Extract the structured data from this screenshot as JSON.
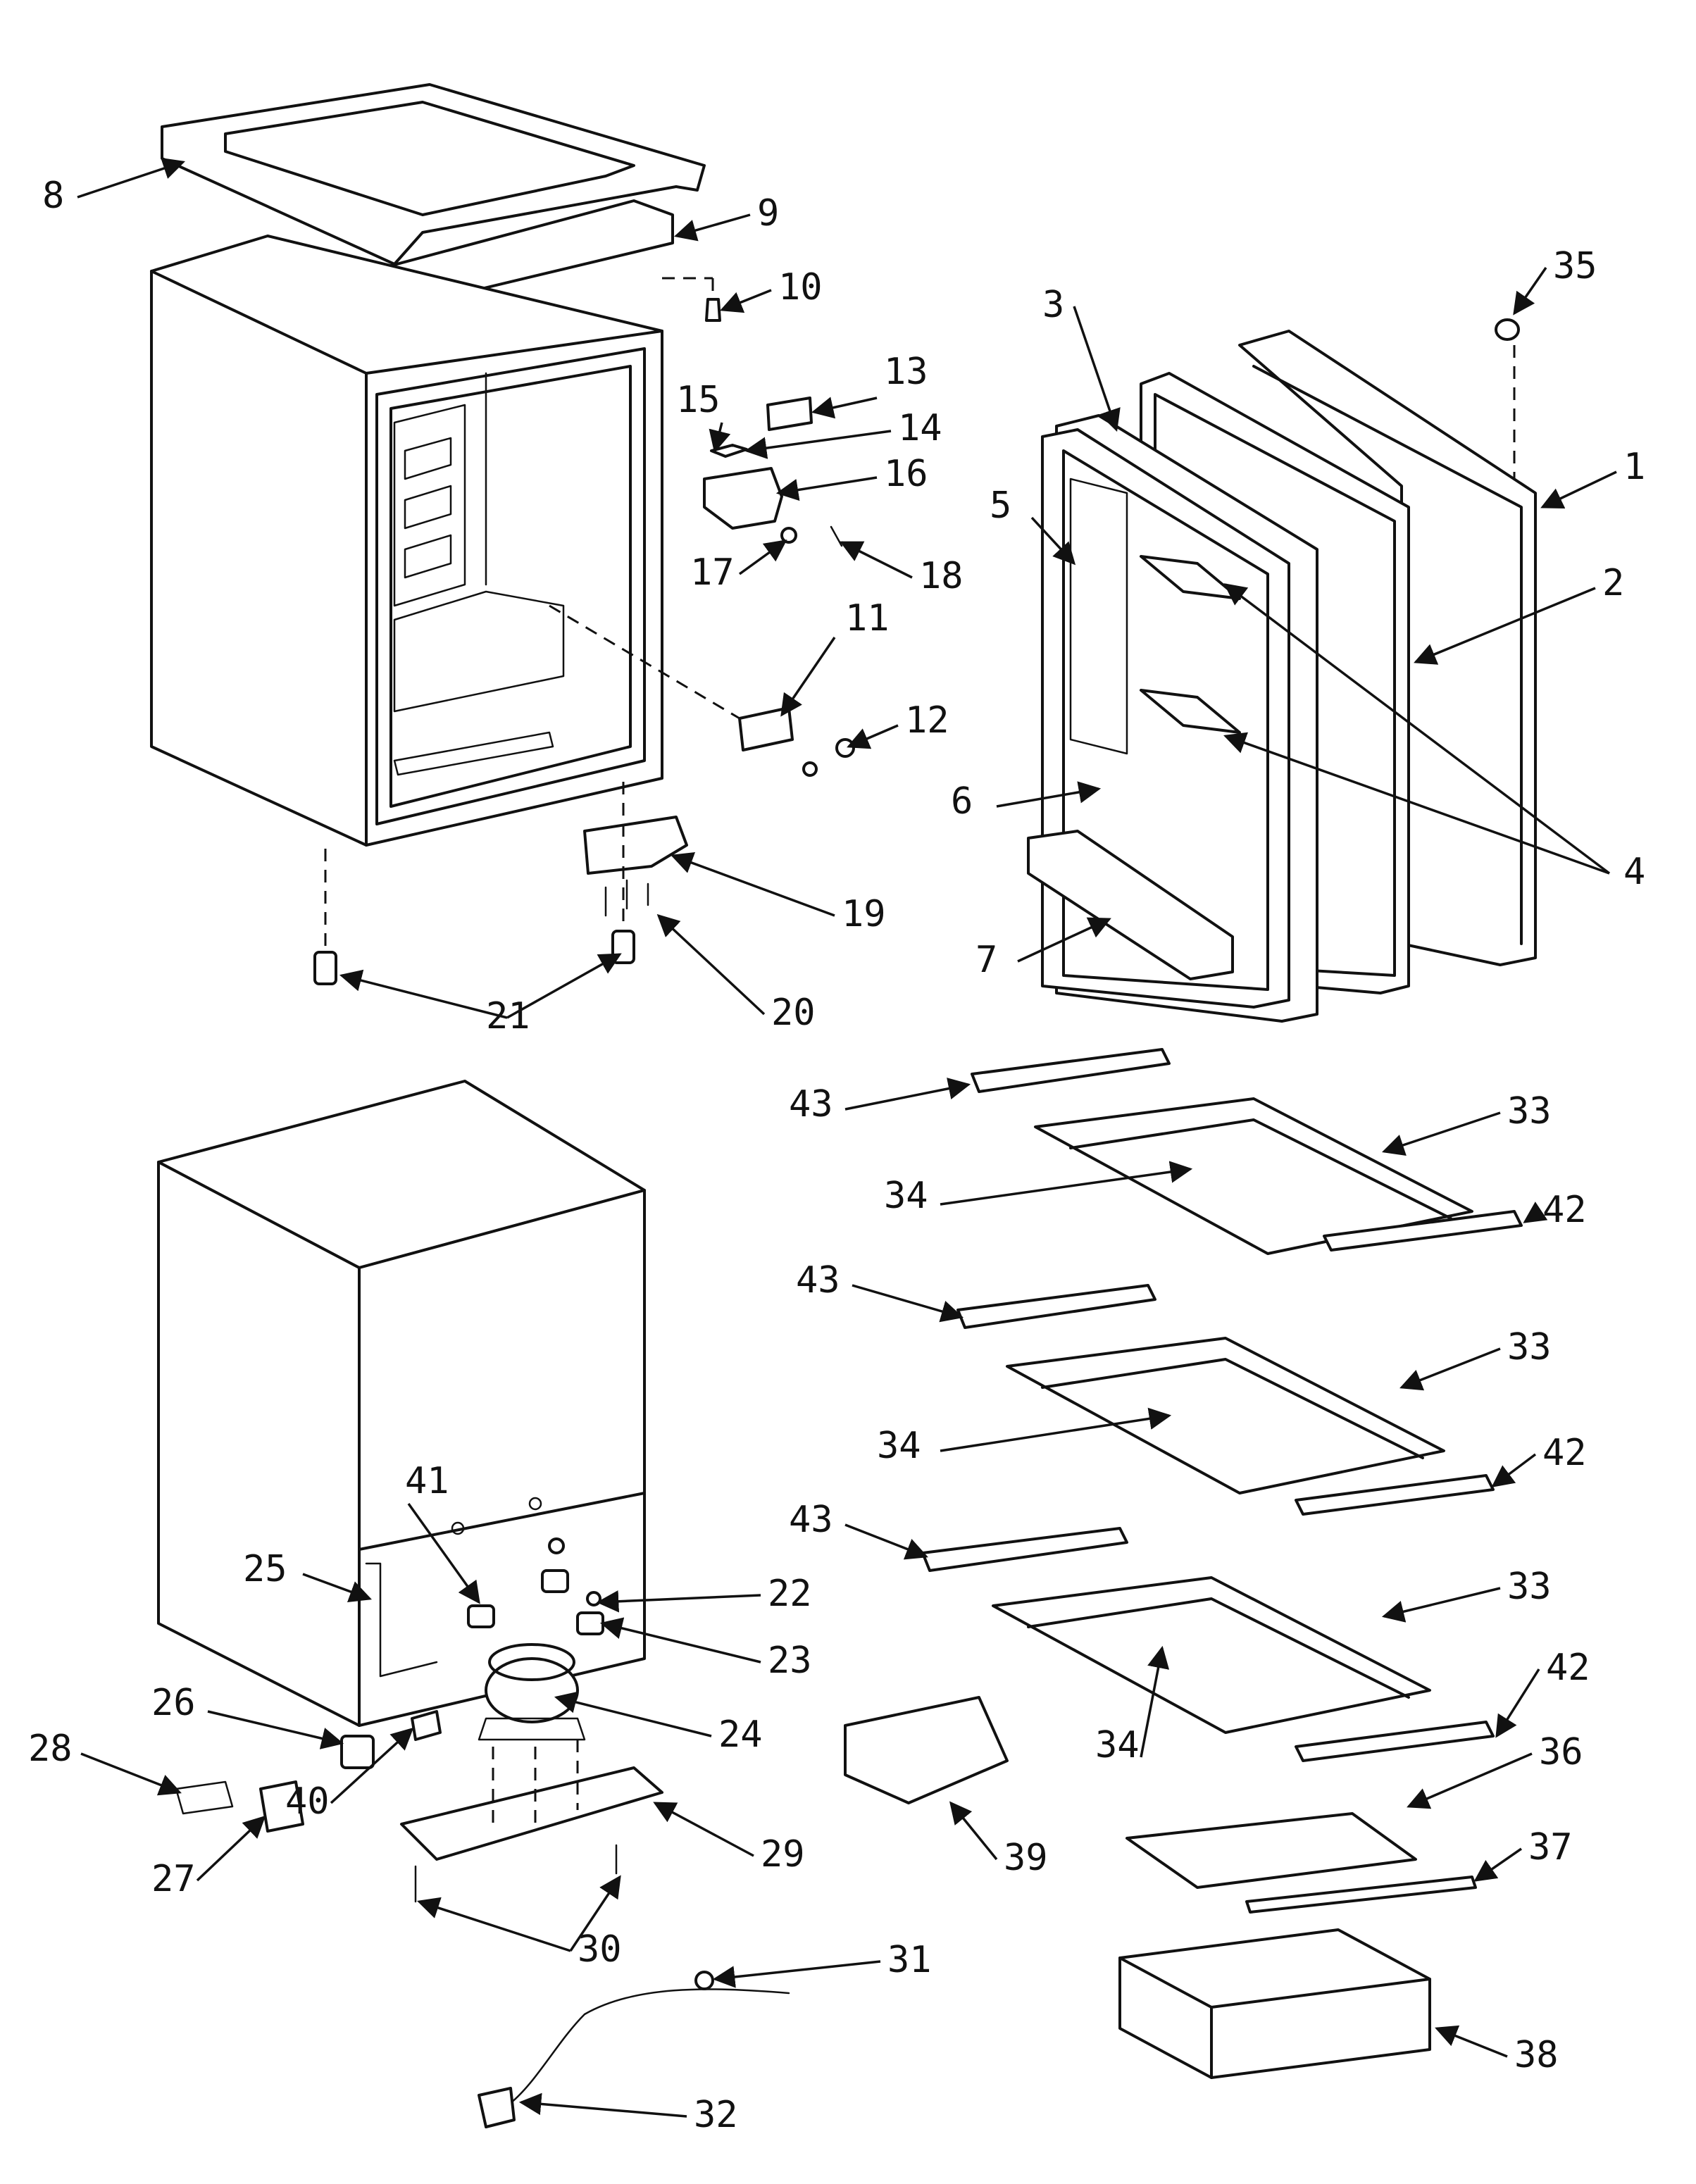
{
  "callouts": [
    "1",
    "2",
    "3",
    "4",
    "5",
    "6",
    "7",
    "8",
    "9",
    "10",
    "11",
    "12",
    "13",
    "14",
    "15",
    "16",
    "17",
    "18",
    "19",
    "20",
    "21",
    "22",
    "23",
    "24",
    "25",
    "26",
    "27",
    "28",
    "29",
    "30",
    "31",
    "32",
    "33",
    "34",
    "35",
    "36",
    "37",
    "38",
    "39",
    "40",
    "41",
    "42",
    "43"
  ],
  "repeats": {
    "33": [
      "33",
      "33",
      "33"
    ],
    "34": [
      "34",
      "34",
      "34"
    ],
    "42": [
      "42",
      "42",
      "42"
    ],
    "43": [
      "43",
      "43",
      "43"
    ]
  }
}
